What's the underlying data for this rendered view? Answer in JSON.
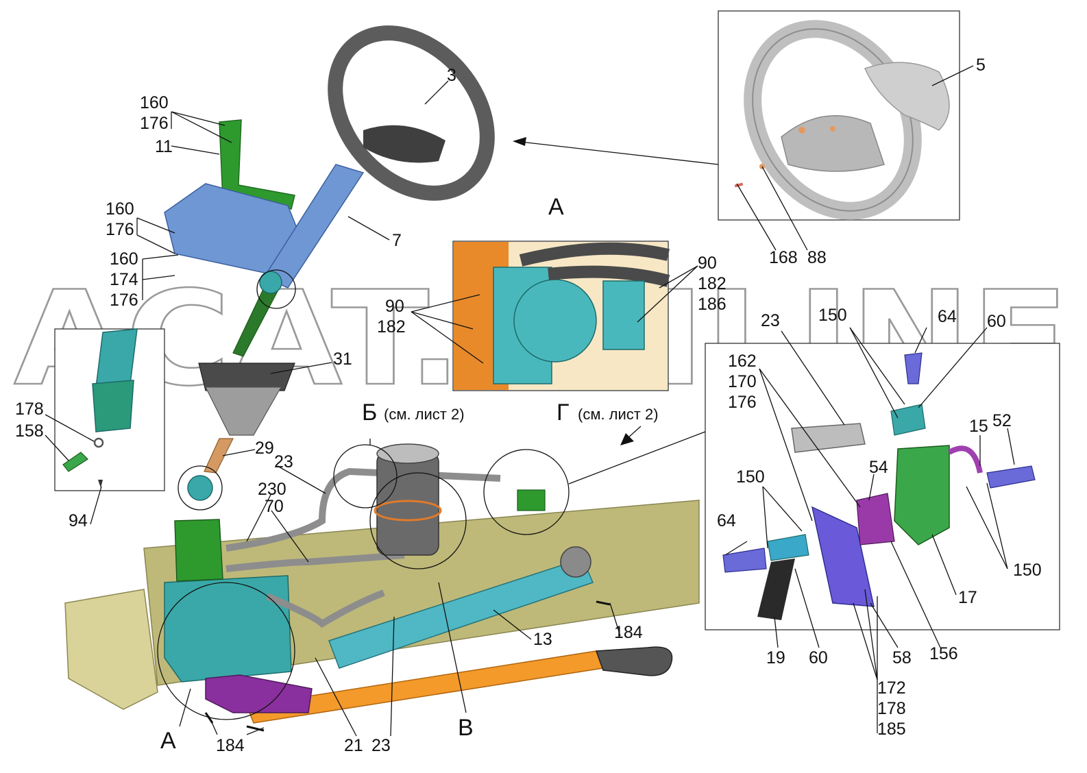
{
  "watermark": "ACAT.ONLINE",
  "colors": {
    "housing": "#3aa8a8",
    "bracket": "#2e9a2e",
    "column": "#6f97d4",
    "pipe": "#8d8d8d",
    "rod": "#f39a2a",
    "arm": "#8a2f9e",
    "frame": "#c9c56d",
    "wheel": "#5c5c5c"
  },
  "callouts": {
    "A_main": "A",
    "A_bottom": "A",
    "B": "Б",
    "B_note": "(см. лист 2)",
    "V": "В",
    "G": "Г",
    "G_note": "(см. лист 2)"
  },
  "labels": {
    "n3": "3",
    "n5": "5",
    "n168": "168",
    "n88": "88",
    "n160a": "160",
    "n176a": "176",
    "n11": "11",
    "n160b": "160",
    "n176b": "176",
    "n7": "7",
    "n160c": "160",
    "n174": "174",
    "n176c": "176",
    "n90a": "90",
    "n182a": "182",
    "n186": "186",
    "n90b": "90",
    "n182b": "182",
    "n31": "31",
    "n178a": "178",
    "n158": "158",
    "n94": "94",
    "n29": "29",
    "n23a": "23",
    "n230": "230",
    "n70": "70",
    "n13": "13",
    "n184a": "184",
    "n184b": "184",
    "n21": "21",
    "n23b": "23",
    "n23c": "23",
    "n150a": "150",
    "n64a": "64",
    "n60a": "60",
    "n162": "162",
    "n170": "170",
    "n176d": "176",
    "n15": "15",
    "n52": "52",
    "n54": "54",
    "n150b": "150",
    "n64b": "64",
    "n150c": "150",
    "n17": "17",
    "n19": "19",
    "n60b": "60",
    "n58": "58",
    "n156": "156",
    "n172": "172",
    "n178b": "178",
    "n185": "185"
  }
}
